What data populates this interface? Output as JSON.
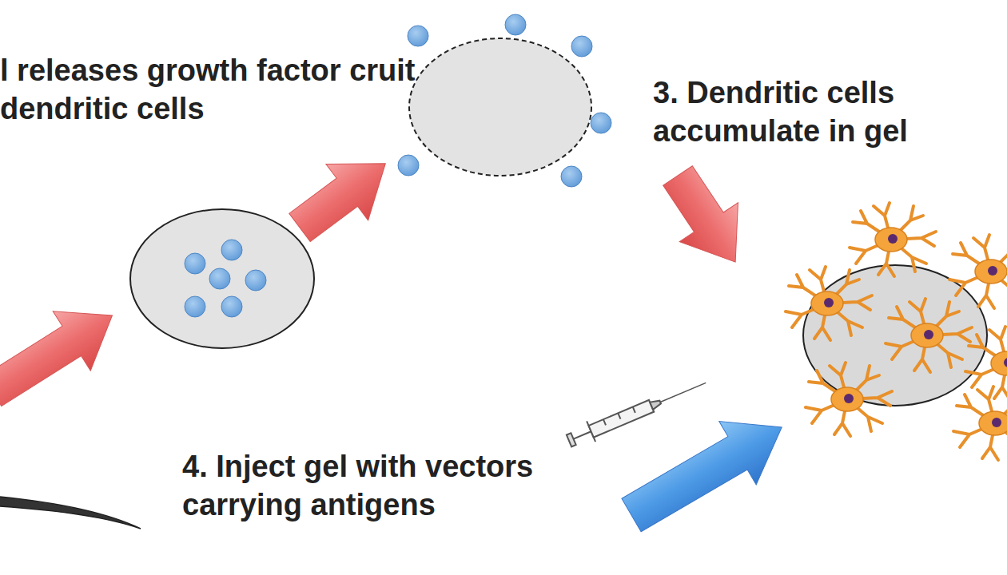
{
  "diagram": {
    "labels": [
      "l releases growth factor cruit dendritic cells",
      "3. Dendritic cells accumulate in gel",
      "4. Inject gel with vectors carrying antigens"
    ]
  }
}
